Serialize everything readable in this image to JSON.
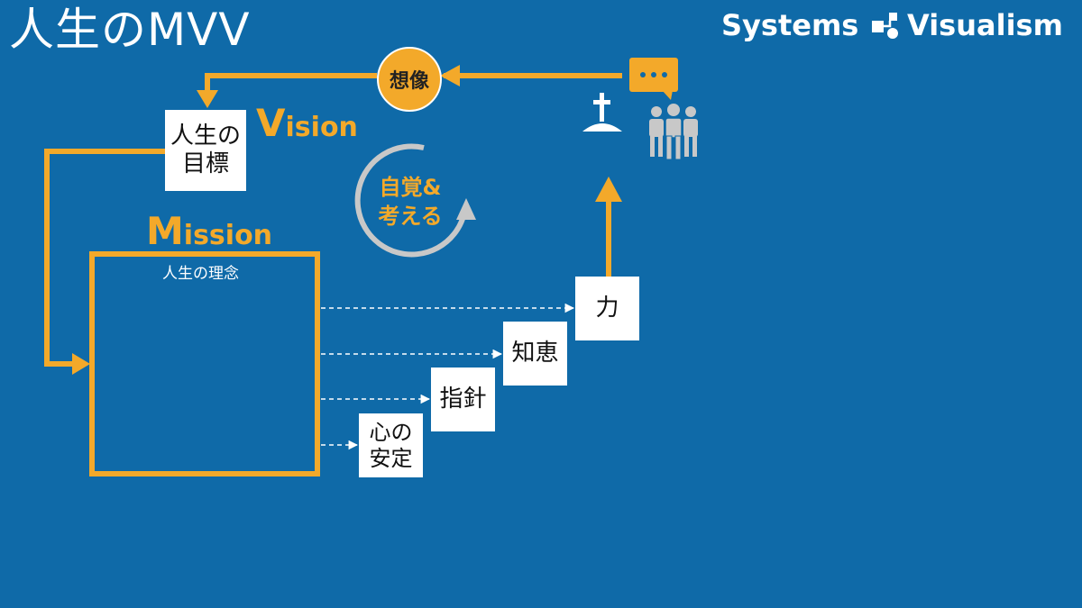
{
  "title": "人生のMVV",
  "brand": {
    "left": "Systems",
    "right": "Visualism",
    "icon": "systems-visualism-logo-icon"
  },
  "vision": {
    "initial": "V",
    "rest": "ision",
    "box_line1": "人生の",
    "box_line2": "目標"
  },
  "mission": {
    "initial": "M",
    "rest": "ission",
    "subtitle": "人生の理念"
  },
  "imagination": "想像",
  "cycle": {
    "line1": "自覚&",
    "line2": "考える"
  },
  "steps": [
    {
      "line1": "心の",
      "line2": "安定"
    },
    {
      "line1": "指針"
    },
    {
      "line1": "知恵"
    },
    {
      "line1": "力"
    }
  ],
  "icons": [
    "speech-bubble-icon",
    "grave-cross-icon",
    "people-group-icon",
    "cycle-arrow-icon"
  ],
  "colors": {
    "background": "#0f6aa8",
    "accent": "#f3a92a",
    "cycle_gray": "#c8c8c8",
    "box": "#ffffff"
  }
}
